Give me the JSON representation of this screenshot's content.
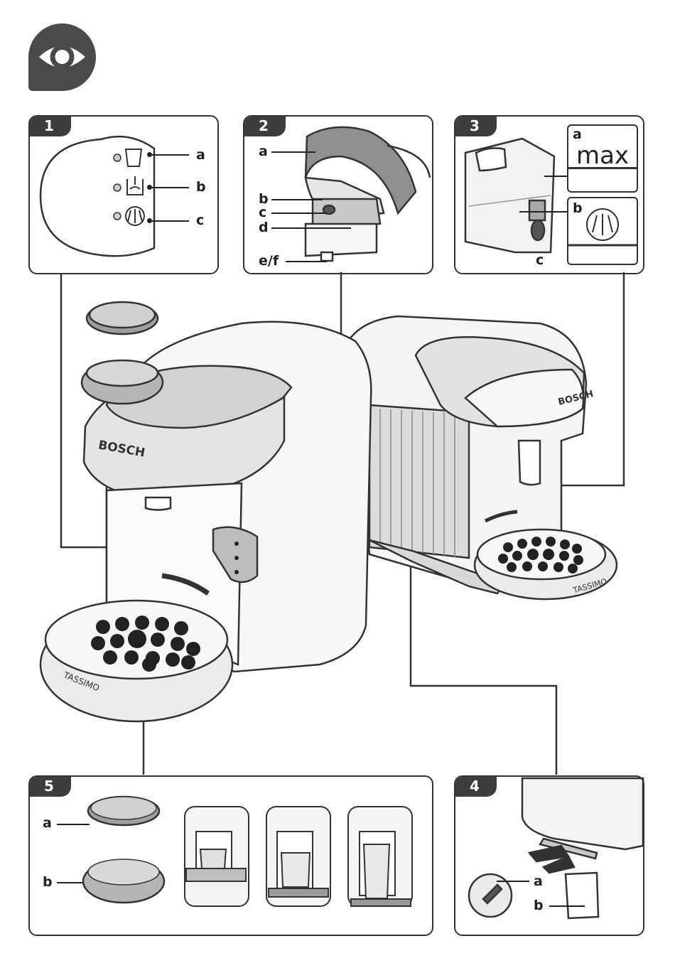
{
  "icons": {
    "header": "eye-icon"
  },
  "panels": {
    "p1": {
      "number": "1",
      "labels": [
        "a",
        "b",
        "c"
      ]
    },
    "p2": {
      "number": "2",
      "labels": [
        "a",
        "b",
        "c",
        "d",
        "e/f"
      ]
    },
    "p3": {
      "number": "3",
      "labels": [
        "a",
        "b",
        "c"
      ],
      "max_text": "max"
    },
    "p4": {
      "number": "4",
      "labels": [
        "a",
        "b"
      ]
    },
    "p5": {
      "number": "5",
      "labels": [
        "a",
        "b"
      ]
    }
  },
  "brand": {
    "name": "BOSCH",
    "tray_logo": "TASSIMO"
  },
  "colors": {
    "badge": "#4a4a4a",
    "line": "#333333",
    "fill_light": "#e6e6e6",
    "fill_mid": "#bdbdbd"
  }
}
